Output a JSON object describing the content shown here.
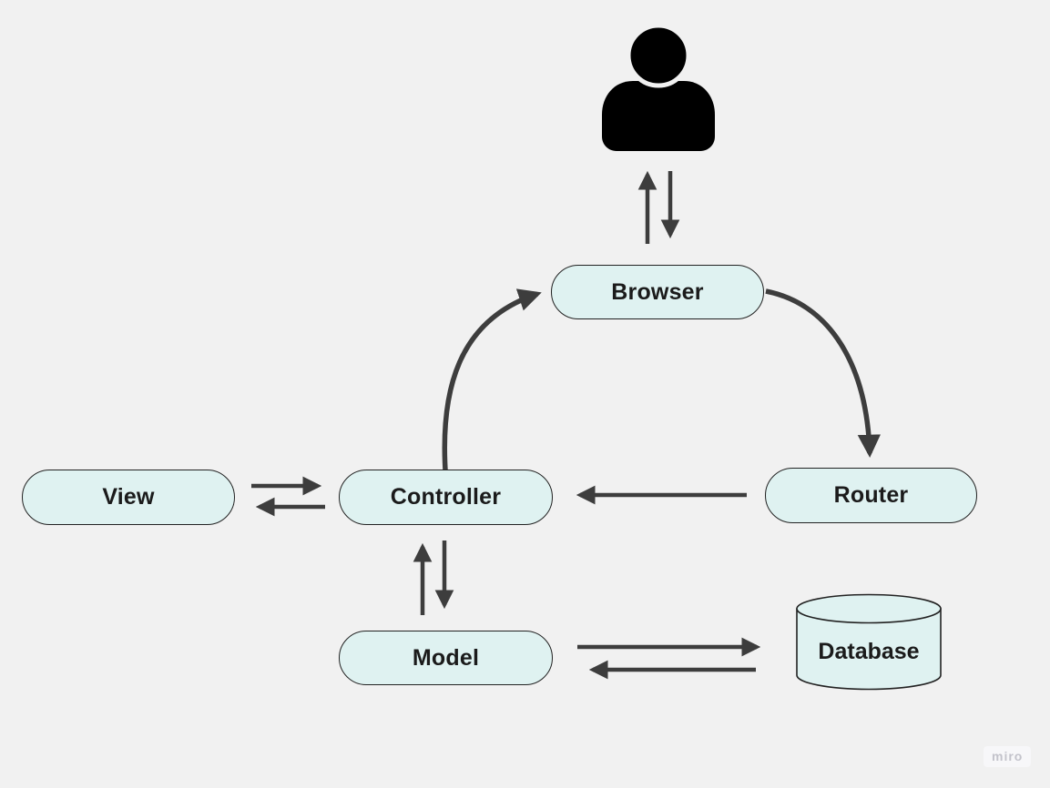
{
  "diagram": {
    "type": "mvc-architecture-flowchart",
    "nodes": {
      "browser": {
        "label": "Browser"
      },
      "view": {
        "label": "View"
      },
      "controller": {
        "label": "Controller"
      },
      "router": {
        "label": "Router"
      },
      "model": {
        "label": "Model"
      },
      "database": {
        "label": "Database",
        "shape": "cylinder"
      }
    },
    "actors": {
      "user": {
        "icon": "user-icon"
      }
    },
    "edges": [
      {
        "from": "user",
        "to": "browser",
        "direction": "both",
        "style": "paired-straight-arrows"
      },
      {
        "from": "controller",
        "to": "browser",
        "direction": "one-way",
        "style": "curved"
      },
      {
        "from": "browser",
        "to": "router",
        "direction": "one-way",
        "style": "curved"
      },
      {
        "from": "router",
        "to": "controller",
        "direction": "one-way",
        "style": "straight"
      },
      {
        "from": "view",
        "to": "controller",
        "direction": "both",
        "style": "paired-straight-arrows"
      },
      {
        "from": "controller",
        "to": "model",
        "direction": "both",
        "style": "paired-straight-arrows"
      },
      {
        "from": "model",
        "to": "database",
        "direction": "both",
        "style": "paired-straight-arrows"
      }
    ],
    "colors": {
      "background": "#f1f1f1",
      "node_fill": "#dff2f1",
      "node_border": "#222222",
      "arrow": "#3d3d3d",
      "label_text": "#1b1b1b",
      "user_icon": "#000000",
      "watermark_text": "#c3c3cb",
      "watermark_bg": "#f7f7f9"
    }
  },
  "watermark": {
    "label": "miro"
  }
}
